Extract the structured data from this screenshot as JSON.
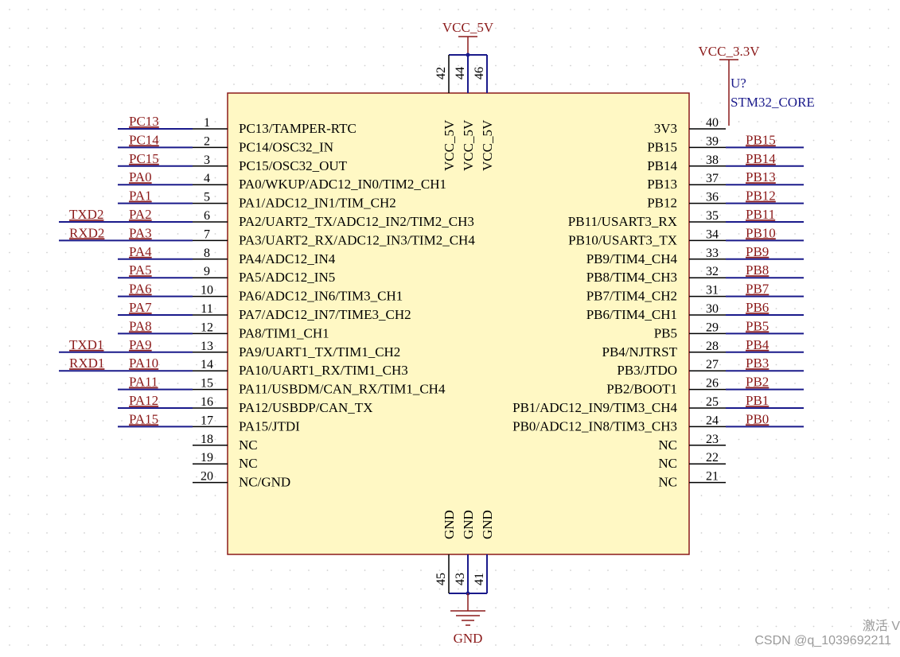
{
  "component": {
    "designator": "U?",
    "name": "STM32_CORE",
    "body_fill": "#fff8c4",
    "body_stroke": "#8b1a1a"
  },
  "power": {
    "vcc5": "VCC_5V",
    "vcc33": "VCC_3.3V",
    "gnd": "GND"
  },
  "left_pins": [
    {
      "num": "1",
      "name": "PC13/TAMPER-RTC",
      "net": "PC13",
      "ext": ""
    },
    {
      "num": "2",
      "name": "PC14/OSC32_IN",
      "net": "PC14",
      "ext": ""
    },
    {
      "num": "3",
      "name": "PC15/OSC32_OUT",
      "net": "PC15",
      "ext": ""
    },
    {
      "num": "4",
      "name": "PA0/WKUP/ADC12_IN0/TIM2_CH1",
      "net": "PA0",
      "ext": ""
    },
    {
      "num": "5",
      "name": "PA1/ADC12_IN1/TIM_CH2",
      "net": "PA1",
      "ext": ""
    },
    {
      "num": "6",
      "name": "PA2/UART2_TX/ADC12_IN2/TIM2_CH3",
      "net": "PA2",
      "ext": "TXD2"
    },
    {
      "num": "7",
      "name": "PA3/UART2_RX/ADC12_IN3/TIM2_CH4",
      "net": "PA3",
      "ext": "RXD2"
    },
    {
      "num": "8",
      "name": "PA4/ADC12_IN4",
      "net": "PA4",
      "ext": ""
    },
    {
      "num": "9",
      "name": "PA5/ADC12_IN5",
      "net": "PA5",
      "ext": ""
    },
    {
      "num": "10",
      "name": "PA6/ADC12_IN6/TIM3_CH1",
      "net": "PA6",
      "ext": ""
    },
    {
      "num": "11",
      "name": "PA7/ADC12_IN7/TIME3_CH2",
      "net": "PA7",
      "ext": ""
    },
    {
      "num": "12",
      "name": "PA8/TIM1_CH1",
      "net": "PA8",
      "ext": ""
    },
    {
      "num": "13",
      "name": "PA9/UART1_TX/TIM1_CH2",
      "net": "PA9",
      "ext": "TXD1"
    },
    {
      "num": "14",
      "name": "PA10/UART1_RX/TIM1_CH3",
      "net": "PA10",
      "ext": "RXD1"
    },
    {
      "num": "15",
      "name": "PA11/USBDM/CAN_RX/TIM1_CH4",
      "net": "PA11",
      "ext": ""
    },
    {
      "num": "16",
      "name": "PA12/USBDP/CAN_TX",
      "net": "PA12",
      "ext": ""
    },
    {
      "num": "17",
      "name": "PA15/JTDI",
      "net": "PA15",
      "ext": ""
    },
    {
      "num": "18",
      "name": "NC",
      "net": "",
      "ext": ""
    },
    {
      "num": "19",
      "name": "NC",
      "net": "",
      "ext": ""
    },
    {
      "num": "20",
      "name": "NC/GND",
      "net": "",
      "ext": ""
    }
  ],
  "right_pins": [
    {
      "num": "40",
      "name": "3V3",
      "net": ""
    },
    {
      "num": "39",
      "name": "PB15",
      "net": "PB15"
    },
    {
      "num": "38",
      "name": "PB14",
      "net": "PB14"
    },
    {
      "num": "37",
      "name": "PB13",
      "net": "PB13"
    },
    {
      "num": "36",
      "name": "PB12",
      "net": "PB12"
    },
    {
      "num": "35",
      "name": "PB11/USART3_RX",
      "net": "PB11"
    },
    {
      "num": "34",
      "name": "PB10/USART3_TX",
      "net": "PB10"
    },
    {
      "num": "33",
      "name": "PB9/TIM4_CH4",
      "net": "PB9"
    },
    {
      "num": "32",
      "name": "PB8/TIM4_CH3",
      "net": "PB8"
    },
    {
      "num": "31",
      "name": "PB7/TIM4_CH2",
      "net": "PB7"
    },
    {
      "num": "30",
      "name": "PB6/TIM4_CH1",
      "net": "PB6"
    },
    {
      "num": "29",
      "name": "PB5",
      "net": "PB5"
    },
    {
      "num": "28",
      "name": "PB4/NJTRST",
      "net": "PB4"
    },
    {
      "num": "27",
      "name": "PB3/JTDO",
      "net": "PB3"
    },
    {
      "num": "26",
      "name": "PB2/BOOT1",
      "net": "PB2"
    },
    {
      "num": "25",
      "name": "PB1/ADC12_IN9/TIM3_CH4",
      "net": "PB1"
    },
    {
      "num": "24",
      "name": "PB0/ADC12_IN8/TIM3_CH3",
      "net": "PB0"
    },
    {
      "num": "23",
      "name": "NC",
      "net": ""
    },
    {
      "num": "22",
      "name": "NC",
      "net": ""
    },
    {
      "num": "21",
      "name": "NC",
      "net": ""
    }
  ],
  "top_pins": [
    {
      "num": "42",
      "name": "VCC_5V"
    },
    {
      "num": "44",
      "name": "VCC_5V"
    },
    {
      "num": "46",
      "name": "VCC_5V"
    }
  ],
  "bottom_pins": [
    {
      "num": "45",
      "name": "GND"
    },
    {
      "num": "43",
      "name": "GND"
    },
    {
      "num": "41",
      "name": "GND"
    }
  ],
  "watermark": {
    "csdn": "CSDN @q_1039692211",
    "activate": "激活 V"
  }
}
